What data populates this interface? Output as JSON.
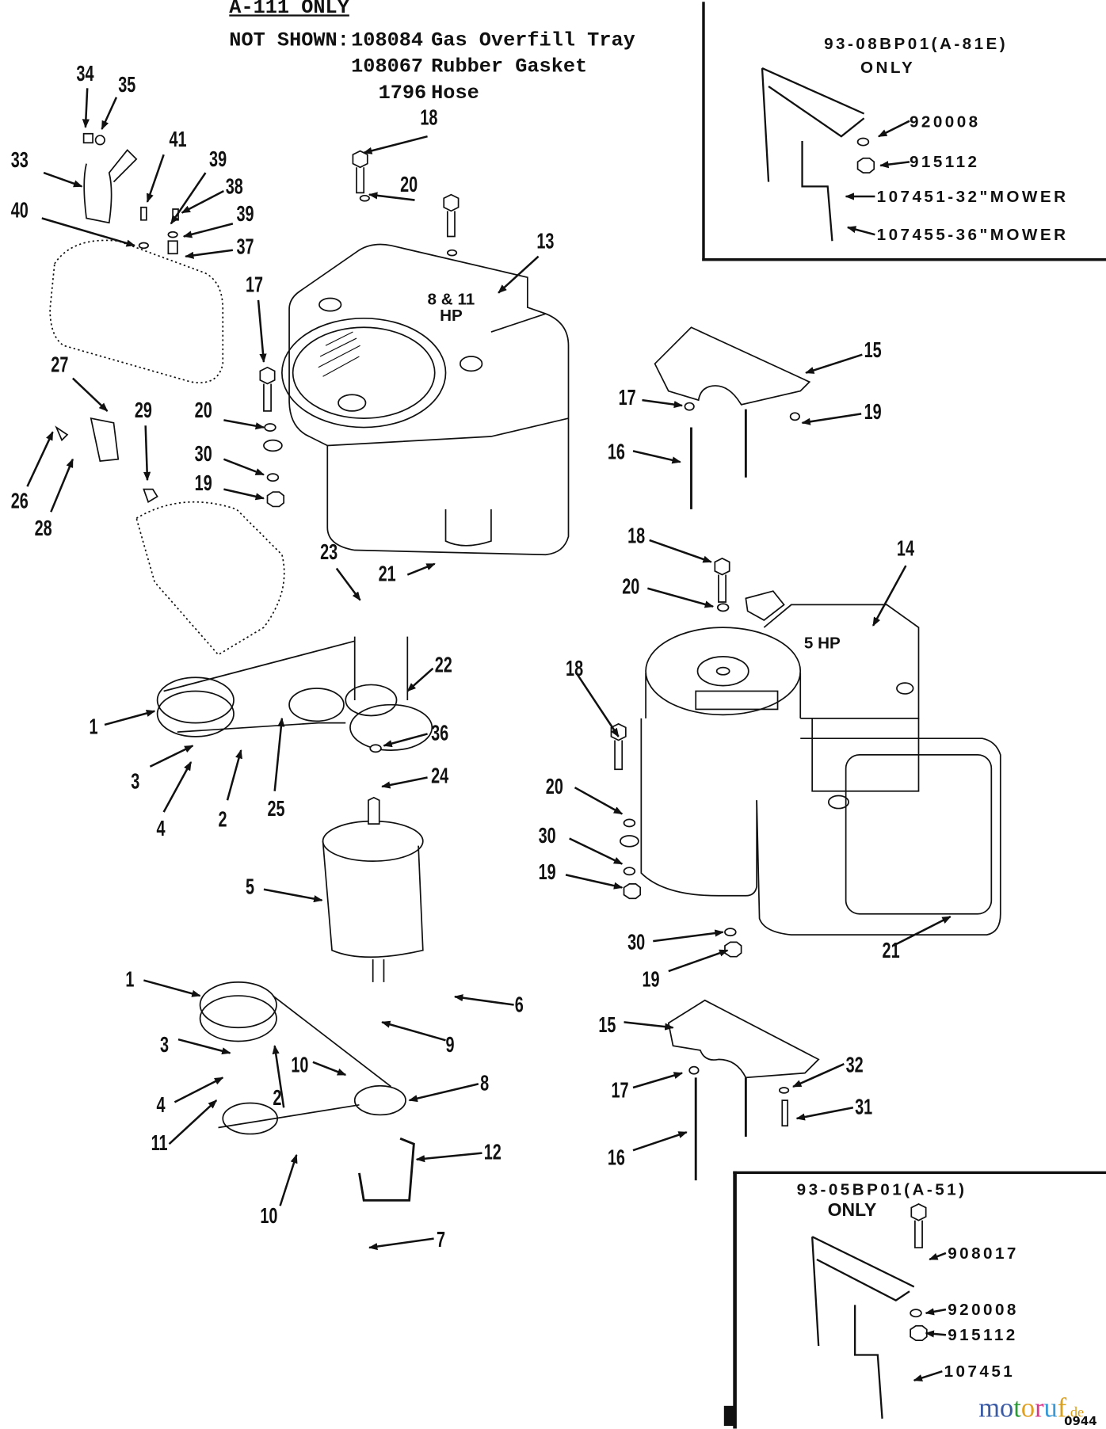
{
  "header": {
    "model_line": "A-111 ONLY",
    "not_shown_label": "NOT SHOWN:",
    "not_shown_items": [
      {
        "part": "108084",
        "desc": "Gas Overfill Tray"
      },
      {
        "part": "108067",
        "desc": "Rubber Gasket"
      },
      {
        "part": "1796",
        "desc": "Hose"
      }
    ]
  },
  "inset_top": {
    "title": "93-08BP01(A-81E)",
    "subtitle": "ONLY",
    "parts": [
      "920008",
      "915112",
      "107451-32\"MOWER",
      "107455-36\"MOWER"
    ]
  },
  "inset_bottom": {
    "title": "93-05BP01(A-51)",
    "subtitle": "ONLY",
    "parts": [
      "908017",
      "920008",
      "915112",
      "107451"
    ]
  },
  "engines": {
    "large_label": "8 & 11\nHP",
    "large_label_l1": "8 & 11",
    "large_label_l2": "HP",
    "small_label": "5 HP"
  },
  "callouts": [
    "34",
    "35",
    "33",
    "41",
    "39",
    "38",
    "39",
    "40",
    "37",
    "18",
    "20",
    "13",
    "17",
    "20",
    "30",
    "19",
    "27",
    "29",
    "26",
    "28",
    "23",
    "21",
    "22",
    "1",
    "36",
    "3",
    "4",
    "2",
    "25",
    "24",
    "5",
    "6",
    "9",
    "1",
    "3",
    "10",
    "8",
    "2",
    "4",
    "11",
    "12",
    "10",
    "7",
    "15",
    "17",
    "19",
    "16",
    "18",
    "20",
    "14",
    "18",
    "20",
    "30",
    "19",
    "30",
    "19",
    "21",
    "15",
    "32",
    "17",
    "31",
    "16"
  ],
  "watermark": {
    "brand_letters": [
      "m",
      "o",
      "t",
      "o",
      "r",
      "u",
      "f"
    ],
    "brand_colors": [
      "#3b5ba5",
      "#3b5ba5",
      "#2e9a3a",
      "#e0a020",
      "#d83a8a",
      "#3b9ad6",
      "#d8a020"
    ],
    "tld": ".de",
    "code": "0944"
  }
}
